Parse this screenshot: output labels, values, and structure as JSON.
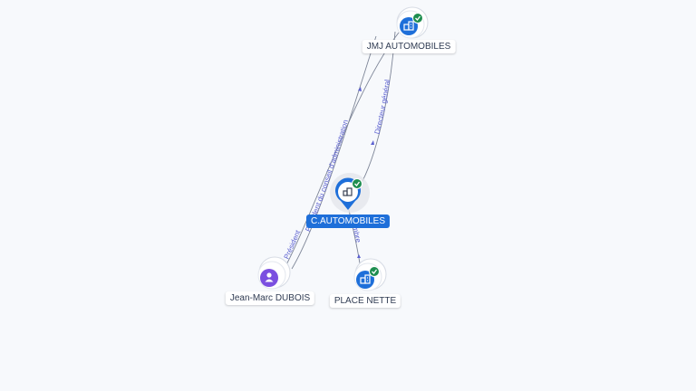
{
  "nodes": {
    "main": {
      "label": "C.AUTOMOBILES",
      "icon": "building-icon",
      "verified": true
    },
    "jmj": {
      "label": "JMJ AUTOMOBILES",
      "icon": "building-icon",
      "verified": true
    },
    "person": {
      "label": "Jean-Marc DUBOIS",
      "icon": "person-icon",
      "verified": false
    },
    "place": {
      "label": "PLACE NETTE",
      "icon": "building-icon",
      "verified": true
    }
  },
  "edges": {
    "president_conseil": "Président du conseil d'administration",
    "directeur_general": "Directeur général",
    "president": "Président",
    "membre": "Membre"
  },
  "colors": {
    "company": "#1e6fd9",
    "person": "#7b4fe0",
    "verified": "#1e8e4f",
    "edge": "#7d8597",
    "edge_label": "#5a5fd0"
  }
}
